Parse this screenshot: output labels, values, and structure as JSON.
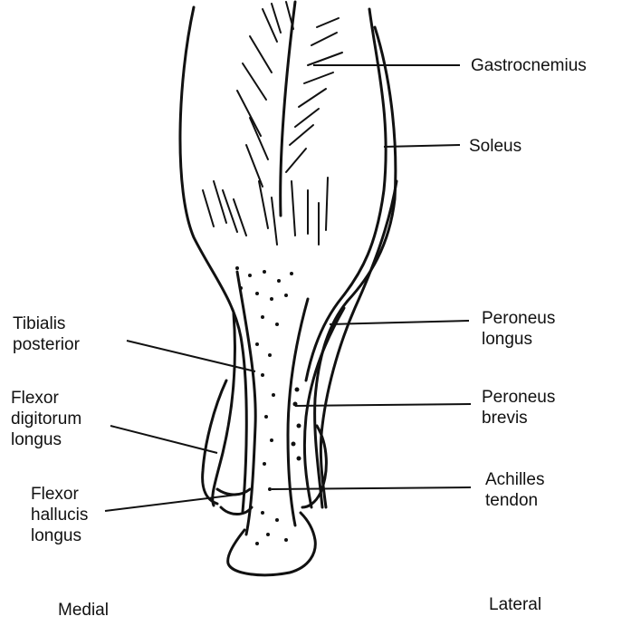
{
  "labels": {
    "gastrocnemius": [
      "Gastrocnemius"
    ],
    "soleus": [
      "Soleus"
    ],
    "peroneus_longus": [
      "Peroneus",
      "longus"
    ],
    "peroneus_brevis": [
      "Peroneus",
      "brevis"
    ],
    "achilles_tendon": [
      "Achilles",
      "tendon"
    ],
    "tibialis_posterior": [
      "Tibialis",
      "posterior"
    ],
    "flexor_digitorum_longus": [
      "Flexor",
      "digitorum",
      "longus"
    ],
    "flexor_hallucis_longus": [
      "Flexor",
      "hallucis",
      "longus"
    ],
    "medial": [
      "Medial"
    ],
    "lateral": [
      "Lateral"
    ]
  }
}
